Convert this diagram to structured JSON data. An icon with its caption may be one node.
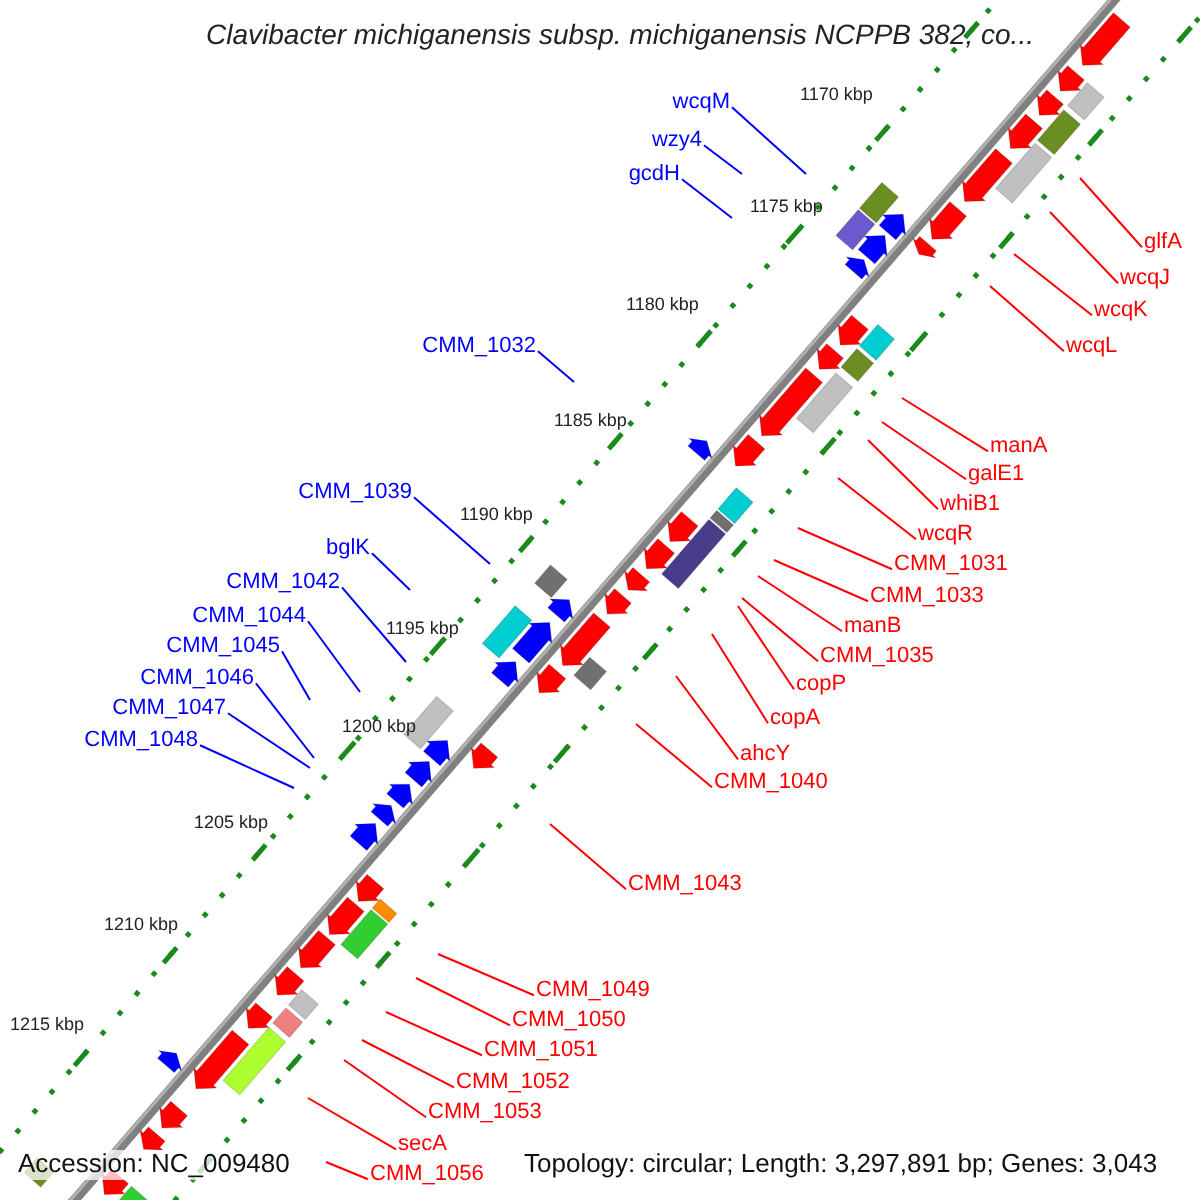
{
  "diagram": {
    "title": "Clavibacter michiganensis subsp. michiganensis NCPPB 382, co...",
    "nodes": [
      {
        "text": [
          "wcqM"
        ]
      },
      {
        "text": [
          "wzy4"
        ]
      },
      {
        "text": [
          "gcdH"
        ]
      },
      {
        "text": [
          "CMM_1032"
        ]
      },
      {
        "text": [
          "CMM_1039"
        ]
      },
      {
        "text": [
          "bglK"
        ]
      },
      {
        "text": [
          "CMM_1042"
        ]
      },
      {
        "text": [
          "CMM_1044"
        ]
      },
      {
        "text": [
          "CMM_1045"
        ]
      },
      {
        "text": [
          "CMM_1046"
        ]
      },
      {
        "text": [
          "CMM_1047"
        ]
      },
      {
        "text": [
          "CMM_1048"
        ]
      },
      {
        "text": [
          "glfA"
        ]
      },
      {
        "text": [
          "wcqJ"
        ]
      },
      {
        "text": [
          "wcqK"
        ]
      },
      {
        "text": [
          "wcqL"
        ]
      },
      {
        "text": [
          "manA"
        ]
      },
      {
        "text": [
          "galE1"
        ]
      },
      {
        "text": [
          "whiB1"
        ]
      },
      {
        "text": [
          "wcqR"
        ]
      },
      {
        "text": [
          "CMM_1031"
        ]
      },
      {
        "text": [
          "CMM_1033"
        ]
      },
      {
        "text": [
          "manB"
        ]
      },
      {
        "text": [
          "CMM_1035"
        ]
      },
      {
        "text": [
          "copP"
        ]
      },
      {
        "text": [
          "copA"
        ]
      },
      {
        "text": [
          "ahcY"
        ]
      },
      {
        "text": [
          "CMM_1040"
        ]
      },
      {
        "text": [
          "CMM_1043"
        ]
      },
      {
        "text": [
          "CMM_1049"
        ]
      },
      {
        "text": [
          "CMM_1050"
        ]
      },
      {
        "text": [
          "CMM_1051"
        ]
      },
      {
        "text": [
          "CMM_1052"
        ]
      },
      {
        "text": [
          "CMM_1053"
        ]
      },
      {
        "text": [
          "secA"
        ]
      },
      {
        "text": [
          "CMM_1056"
        ]
      }
    ],
    "edges": [
      {
        "from": 0,
        "to": null,
        "arrow": "none",
        "color": "#0000ff"
      },
      {
        "from": 1,
        "to": null,
        "arrow": "none",
        "color": "#0000ff"
      },
      {
        "from": 2,
        "to": null,
        "arrow": "none",
        "color": "#0000ff"
      },
      {
        "from": 3,
        "to": null,
        "arrow": "none",
        "color": "#0000ff"
      },
      {
        "from": 4,
        "to": null,
        "arrow": "none",
        "color": "#0000ff"
      },
      {
        "from": 5,
        "to": null,
        "arrow": "none",
        "color": "#0000ff"
      },
      {
        "from": 6,
        "to": null,
        "arrow": "none",
        "color": "#0000ff"
      },
      {
        "from": 7,
        "to": null,
        "arrow": "none",
        "color": "#0000ff"
      },
      {
        "from": 8,
        "to": null,
        "arrow": "none",
        "color": "#0000ff"
      },
      {
        "from": 9,
        "to": null,
        "arrow": "none",
        "color": "#0000ff"
      },
      {
        "from": 10,
        "to": null,
        "arrow": "none",
        "color": "#0000ff"
      },
      {
        "from": 11,
        "to": null,
        "arrow": "none",
        "color": "#0000ff"
      },
      {
        "from": 12,
        "to": null,
        "arrow": "none"
      },
      {
        "from": 13,
        "to": null,
        "arrow": "none"
      },
      {
        "from": 14,
        "to": null,
        "arrow": "none"
      },
      {
        "from": 15,
        "to": null,
        "arrow": "none"
      },
      {
        "from": 16,
        "to": null,
        "arrow": "none"
      },
      {
        "from": 17,
        "to": null,
        "arrow": "none"
      },
      {
        "from": 18,
        "to": null,
        "arrow": "none"
      },
      {
        "from": 19,
        "to": null,
        "arrow": "none"
      },
      {
        "from": 20,
        "to": null,
        "arrow": "none"
      },
      {
        "from": 21,
        "to": null,
        "arrow": "none"
      },
      {
        "from": 22,
        "to": null,
        "arrow": "none"
      },
      {
        "from": 23,
        "to": null,
        "arrow": "none"
      },
      {
        "from": 24,
        "to": null,
        "arrow": "none"
      },
      {
        "from": 25,
        "to": null,
        "arrow": "none"
      },
      {
        "from": 26,
        "to": null,
        "arrow": "none"
      },
      {
        "from": 27,
        "to": null,
        "arrow": "none"
      },
      {
        "from": 28,
        "to": null,
        "arrow": "none"
      },
      {
        "from": 29,
        "to": null,
        "arrow": "none"
      },
      {
        "from": 30,
        "to": null,
        "arrow": "none"
      },
      {
        "from": 31,
        "to": null,
        "arrow": "none"
      },
      {
        "from": 32,
        "to": null,
        "arrow": "none"
      },
      {
        "from": 33,
        "to": null,
        "arrow": "none"
      },
      {
        "from": 34,
        "to": null,
        "arrow": "none"
      },
      {
        "from": 35,
        "to": null,
        "arrow": "none"
      }
    ],
    "labels": [
      "1170 kbp",
      "1175 kbp",
      "1180 kbp",
      "1185 kbp",
      "1190 kbp",
      "1195 kbp",
      "1200 kbp",
      "1205 kbp",
      "1210 kbp",
      "1215 kbp",
      "Accession: NC_009480",
      "Topology: circular; Length: 3,297,891 bp; Genes: 3,043"
    ]
  }
}
